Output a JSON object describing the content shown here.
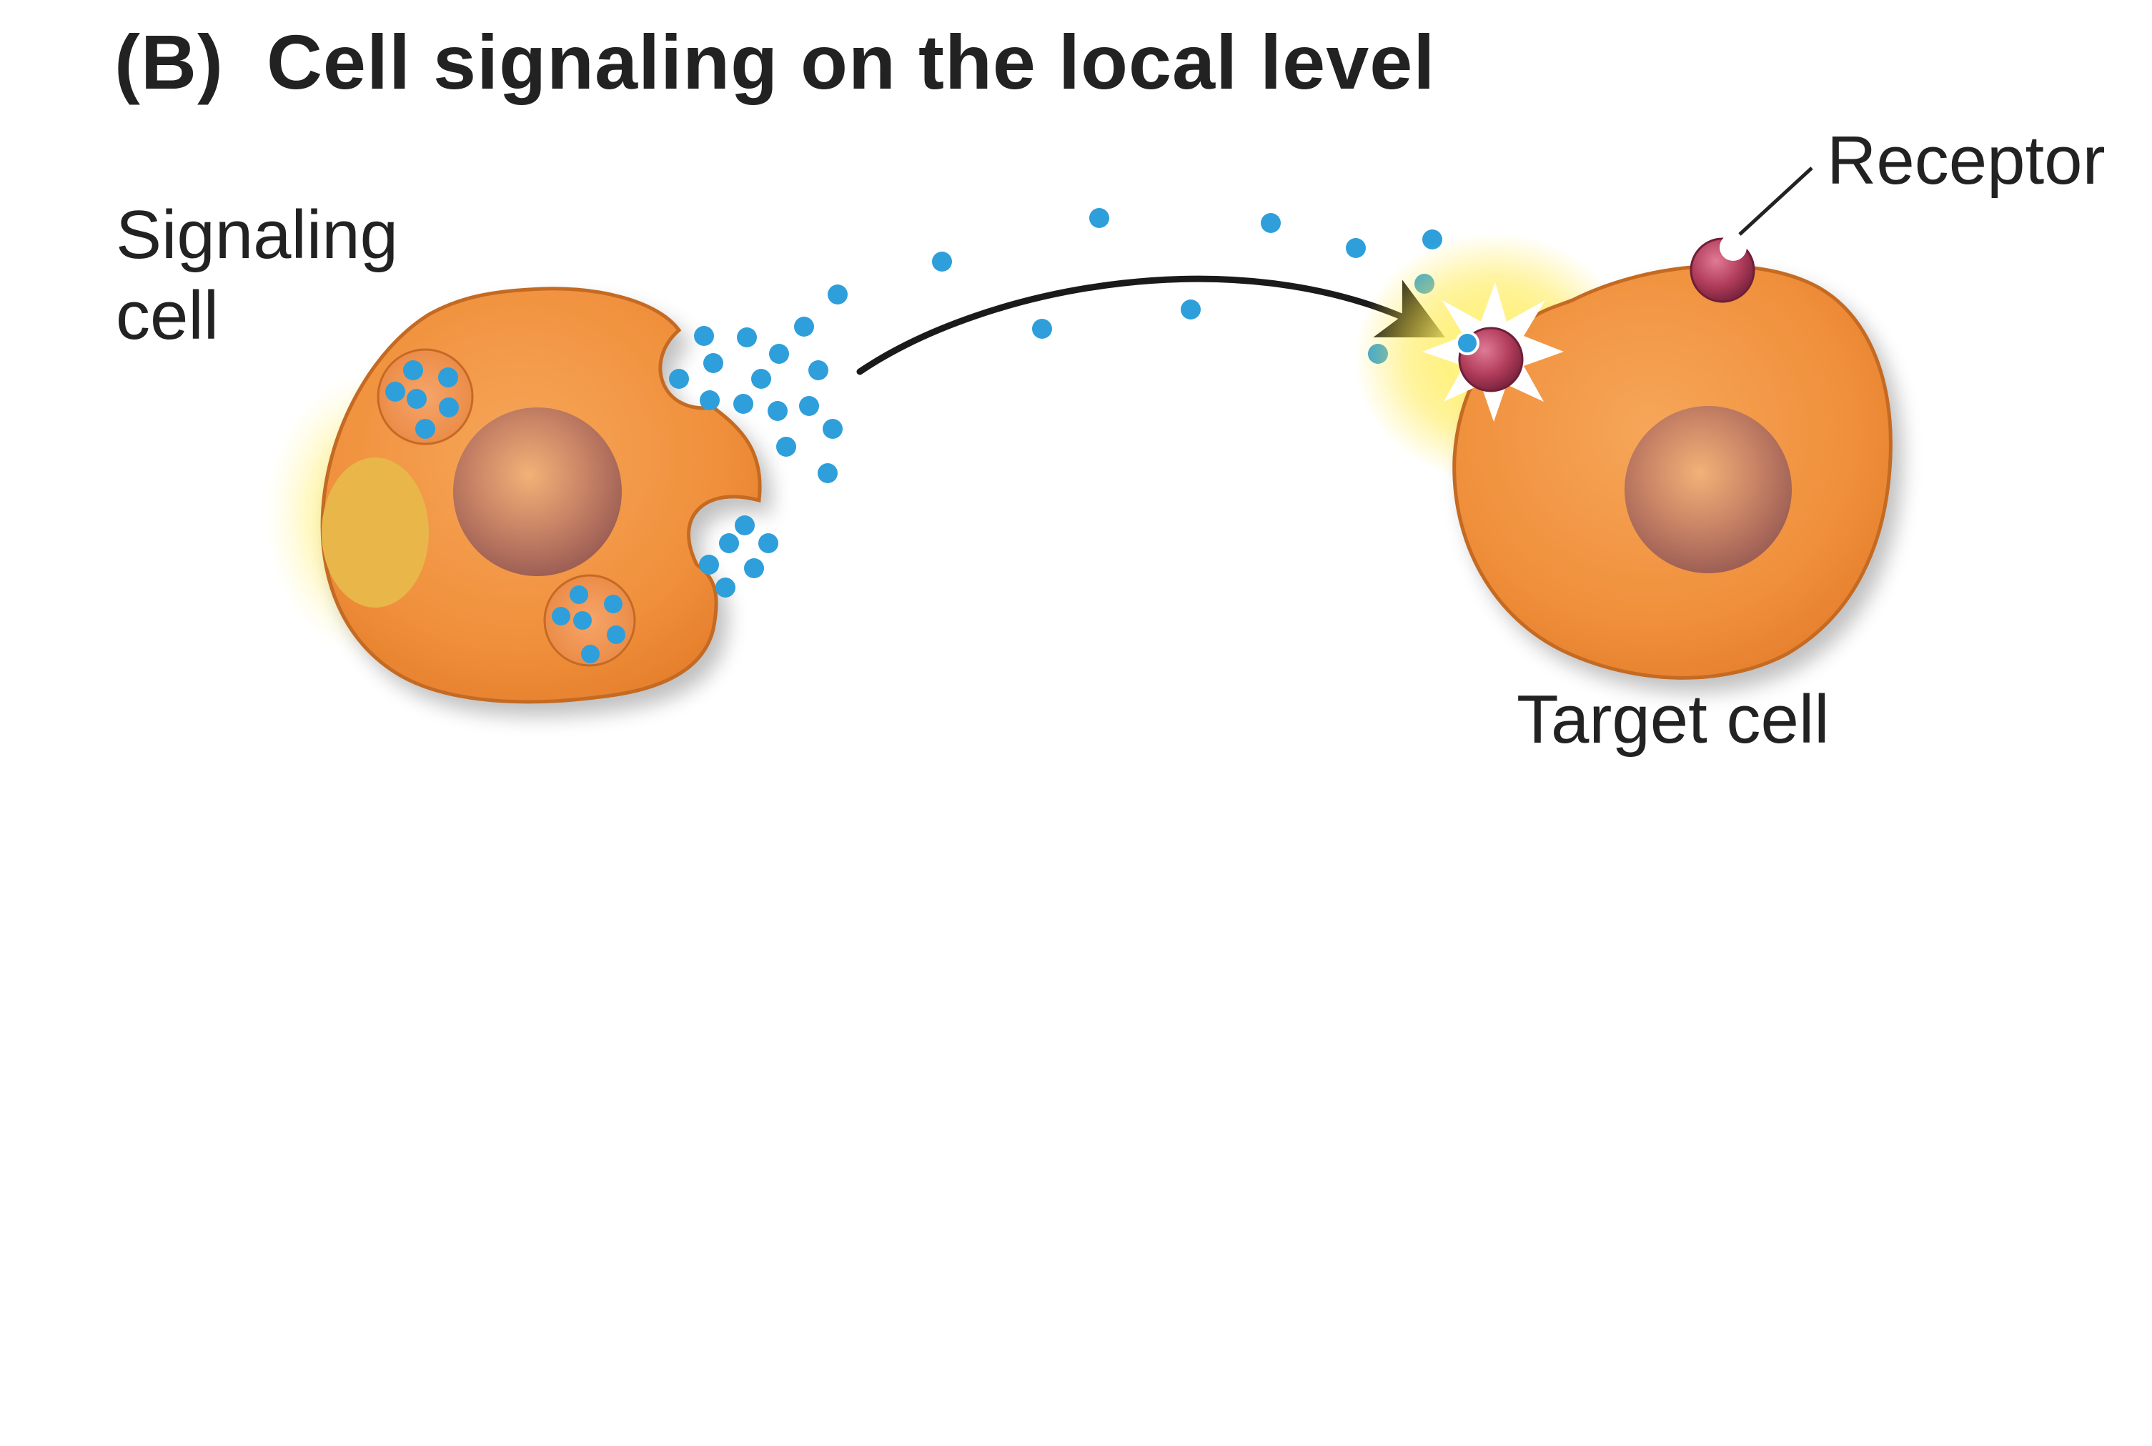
{
  "panel": {
    "letter": "(B)",
    "title": "Cell signaling on the local level"
  },
  "labels": {
    "signaling_cell_line1": "Signaling",
    "signaling_cell_line2": "cell",
    "receptor": "Receptor",
    "target_cell": "Target cell"
  },
  "colors": {
    "cell_fill": "#F1933F",
    "cell_outline": "#C46A24",
    "nucleus": "#B8735C",
    "signal_molecule": "#2E9FDB",
    "receptor": "#B23E5C",
    "glow": "#FFE94A",
    "arrow": "#1a1a1a",
    "text": "#222222"
  }
}
